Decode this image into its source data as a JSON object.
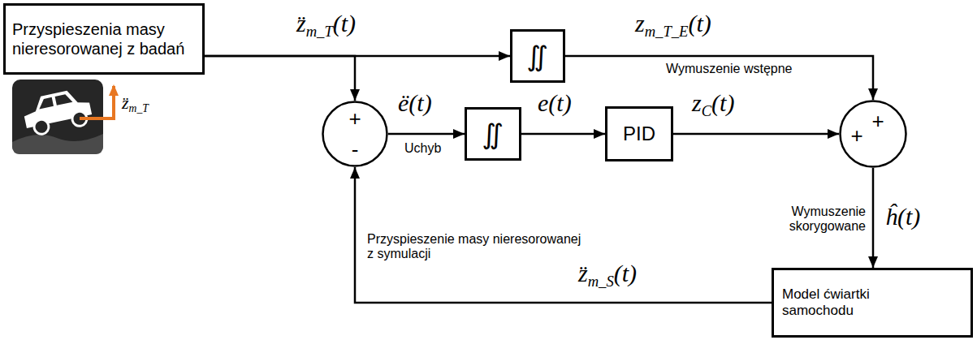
{
  "diagram": {
    "nodes": [
      {
        "text": [
          "Przyspieszenia masy nieresorowanej z badań"
        ]
      },
      {
        "text": [
          "∬"
        ]
      },
      {
        "text": [
          "+",
          "-"
        ]
      },
      {
        "text": [
          "∬"
        ]
      },
      {
        "text": [
          "PID"
        ]
      },
      {
        "text": [
          "+",
          "+"
        ]
      },
      {
        "text": [
          "Model ćwiartki samochodu"
        ]
      }
    ],
    "edges": [
      {
        "from": 0,
        "to": 1,
        "arrow": "to",
        "label": "z̈m_T(t)"
      },
      {
        "from": 0,
        "to": 2,
        "arrow": "to"
      },
      {
        "from": 2,
        "to": 3,
        "arrow": "to",
        "label": "ë(t)"
      },
      {
        "from": 3,
        "to": 4,
        "arrow": "to",
        "label": "e(t)"
      },
      {
        "from": 4,
        "to": 5,
        "arrow": "to",
        "label": "zC(t)"
      },
      {
        "from": 1,
        "to": 5,
        "arrow": "to",
        "label": "zm_T_E(t)"
      },
      {
        "from": 5,
        "to": 6,
        "arrow": "to",
        "label": "ĥ(t)"
      },
      {
        "from": 6,
        "to": 2,
        "arrow": "to",
        "label": "z̈m_S(t)"
      }
    ],
    "labels": [
      "z̈m_T",
      "Wymuszenie wstępne",
      "Uchyb",
      "Wymuszenie skorygowane",
      "Przyspieszenie masy nieresorowanej z symulacji"
    ]
  }
}
